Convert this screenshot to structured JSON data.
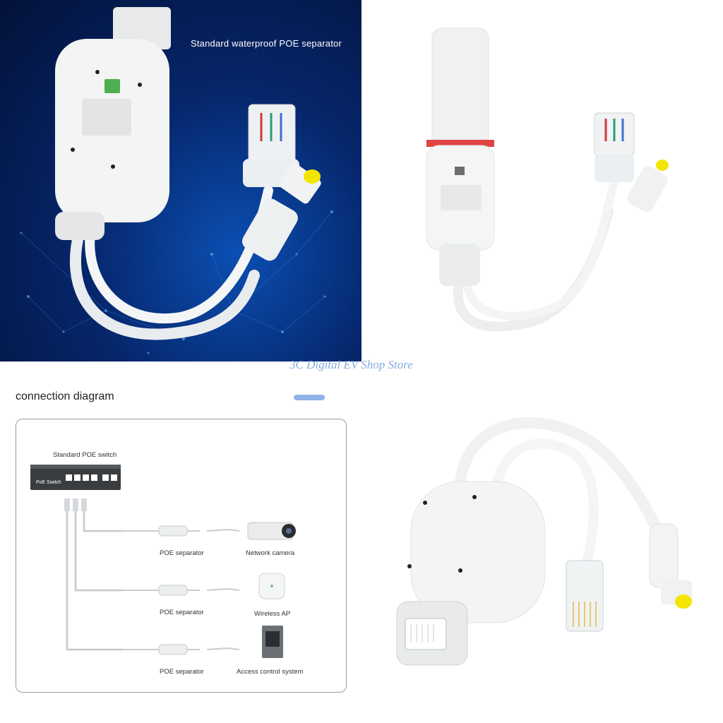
{
  "top_left": {
    "caption": "Standard waterproof POE separator"
  },
  "watermark": "3C Digital EV Shop Store",
  "diagram": {
    "title": "connection diagram",
    "switch_label": "Standard POE switch",
    "switch_faceplate": "PoE Switch",
    "rows": [
      {
        "separator_label": "POE separator",
        "device_label": "Network camera"
      },
      {
        "separator_label": "POE separator",
        "device_label": "Wireless AP"
      },
      {
        "separator_label": "POE separator",
        "device_label": "Access control system"
      }
    ]
  },
  "colors": {
    "background_dark": "#06266b",
    "accent": "#8fb4e8",
    "dc_tip": "#f2e600"
  }
}
